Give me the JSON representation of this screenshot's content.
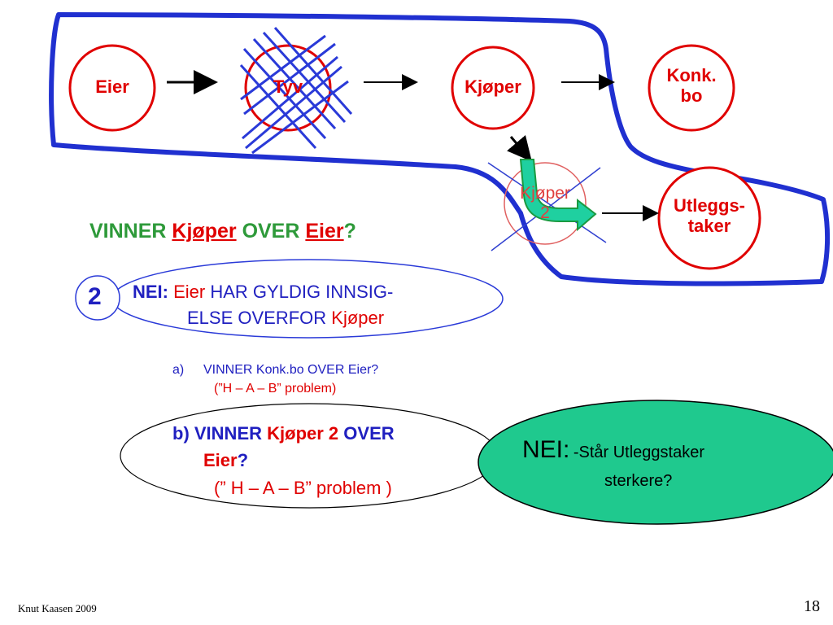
{
  "nodes": {
    "eier": "Eier",
    "tyv": "Tyv",
    "kjoper": "Kjøper",
    "konkbo_line1": "Konk.",
    "konkbo_line2": "bo",
    "kjoper2_line1": "Kjøper",
    "kjoper2_line2": "2",
    "utleggstaker_line1": "Utleggs-",
    "utleggstaker_line2": "taker"
  },
  "question": {
    "w1": "VINNER",
    "w2": "Kjøper",
    "w3": "OVER",
    "w4": "Eier",
    "w5": "?"
  },
  "answer2": {
    "number": "2",
    "nei": "NEI:",
    "eier": "Eier",
    "line1_rest": "HAR GYLDIG INNSIG-",
    "line2": "ELSE OVERFOR",
    "kjoper": "Kjøper"
  },
  "item_a": {
    "label": "a)",
    "text": "VINNER Konk.bo OVER Eier?",
    "sub": "(”H – A – B” problem)"
  },
  "item_b": {
    "prefix": "b) VINNER",
    "kjoper2": "Kjøper 2",
    "over": "OVER",
    "eier": "Eier",
    "q": "?",
    "sub": "(” H – A – B” problem )"
  },
  "green_answer": {
    "nei": "NEI:",
    "dash": "-",
    "line1": "Står Utleggstaker",
    "line2": "sterkere?"
  },
  "footer": {
    "author": "Knut Kaasen 2009",
    "page": "18"
  },
  "colors": {
    "red": "#e00000",
    "blue": "#2020c0",
    "green_text": "#2e9a3a",
    "ellipse_fill": "#1fc98e"
  }
}
